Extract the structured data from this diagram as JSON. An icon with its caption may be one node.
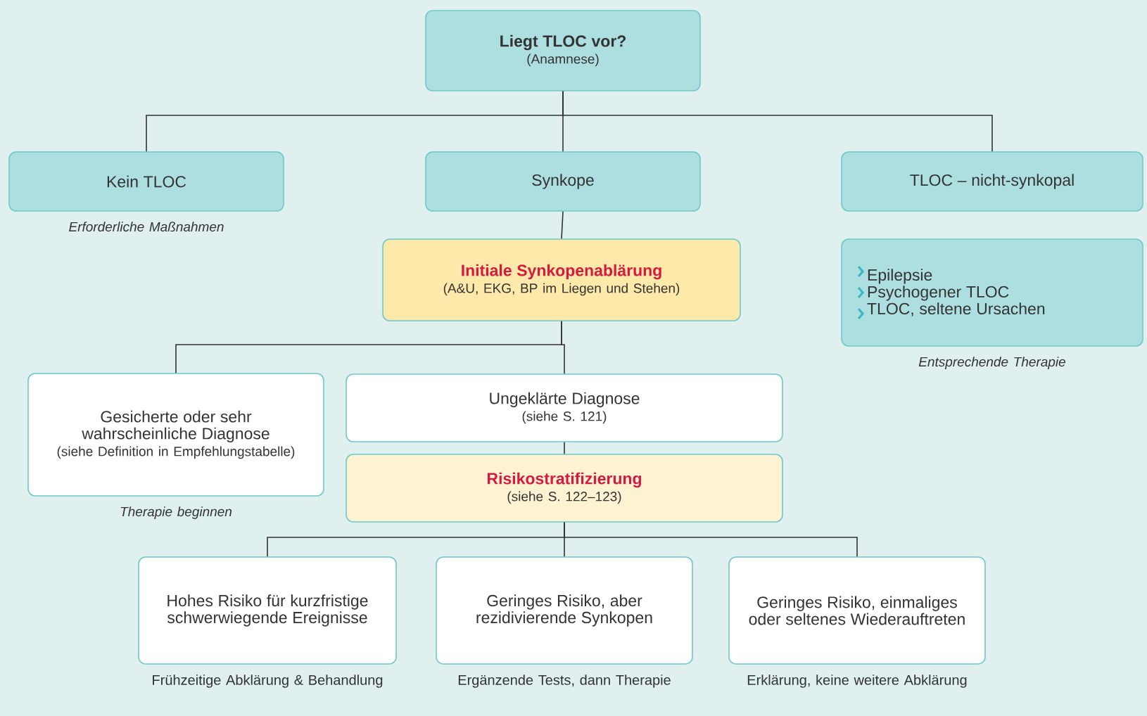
{
  "diagram": {
    "nodes": [
      {
        "text": [
          "Liegt TLOC vor?",
          "(Anamnese)"
        ]
      },
      {
        "text": [
          "Kein TLOC"
        ],
        "beside": [
          "Erforderliche Maßnahmen"
        ]
      },
      {
        "text": [
          "Synkope"
        ]
      },
      {
        "text": [
          "TLOC – nicht-synkopal"
        ]
      },
      {
        "text": [
          "Initiale Synkopenablärung",
          "(A&U, EKG, BP im Liegen und Stehen)"
        ]
      },
      {
        "text": [
          "Epilepsie",
          "Psychogener TLOC",
          "TLOC, seltene Ursachen"
        ],
        "beside": [
          "Entsprechende Therapie"
        ]
      },
      {
        "text": [
          "Gesicherte oder sehr wahrscheinliche Diagnose",
          "(siehe Definition in Empfehlungstabelle)"
        ],
        "beside": [
          "Therapie beginnen"
        ]
      },
      {
        "text": [
          "Ungeklärte Diagnose",
          "(siehe S. 121)"
        ]
      },
      {
        "text": [
          "Risikostratifizierung",
          "(siehe S. 122–123)"
        ]
      },
      {
        "text": [
          "Hohes Risiko für kurzfristige schwerwiegende Ereignisse"
        ],
        "beside": [
          "Frühzeitige Abklärung & Behandlung"
        ]
      },
      {
        "text": [
          "Geringes Risiko, aber rezidivierende Synkopen"
        ],
        "beside": [
          "Ergänzende Tests, dann Therapie"
        ]
      },
      {
        "text": [
          "Geringes Risiko, einmaliges oder seltenes Wiederauftreten"
        ],
        "beside": [
          "Erklärung, keine weitere Abklärung"
        ]
      }
    ],
    "edges": [
      {
        "from": 0,
        "to": 1,
        "arrow": "none"
      },
      {
        "from": 0,
        "to": 2,
        "arrow": "none"
      },
      {
        "from": 0,
        "to": 3,
        "arrow": "none"
      },
      {
        "from": 2,
        "to": 4,
        "arrow": "none"
      },
      {
        "from": 4,
        "to": 6,
        "arrow": "none"
      },
      {
        "from": 4,
        "to": 7,
        "arrow": "none"
      },
      {
        "from": 7,
        "to": 8,
        "arrow": "none"
      },
      {
        "from": 8,
        "to": 9,
        "arrow": "none"
      },
      {
        "from": 8,
        "to": 10,
        "arrow": "none"
      },
      {
        "from": 8,
        "to": 11,
        "arrow": "none"
      }
    ]
  }
}
